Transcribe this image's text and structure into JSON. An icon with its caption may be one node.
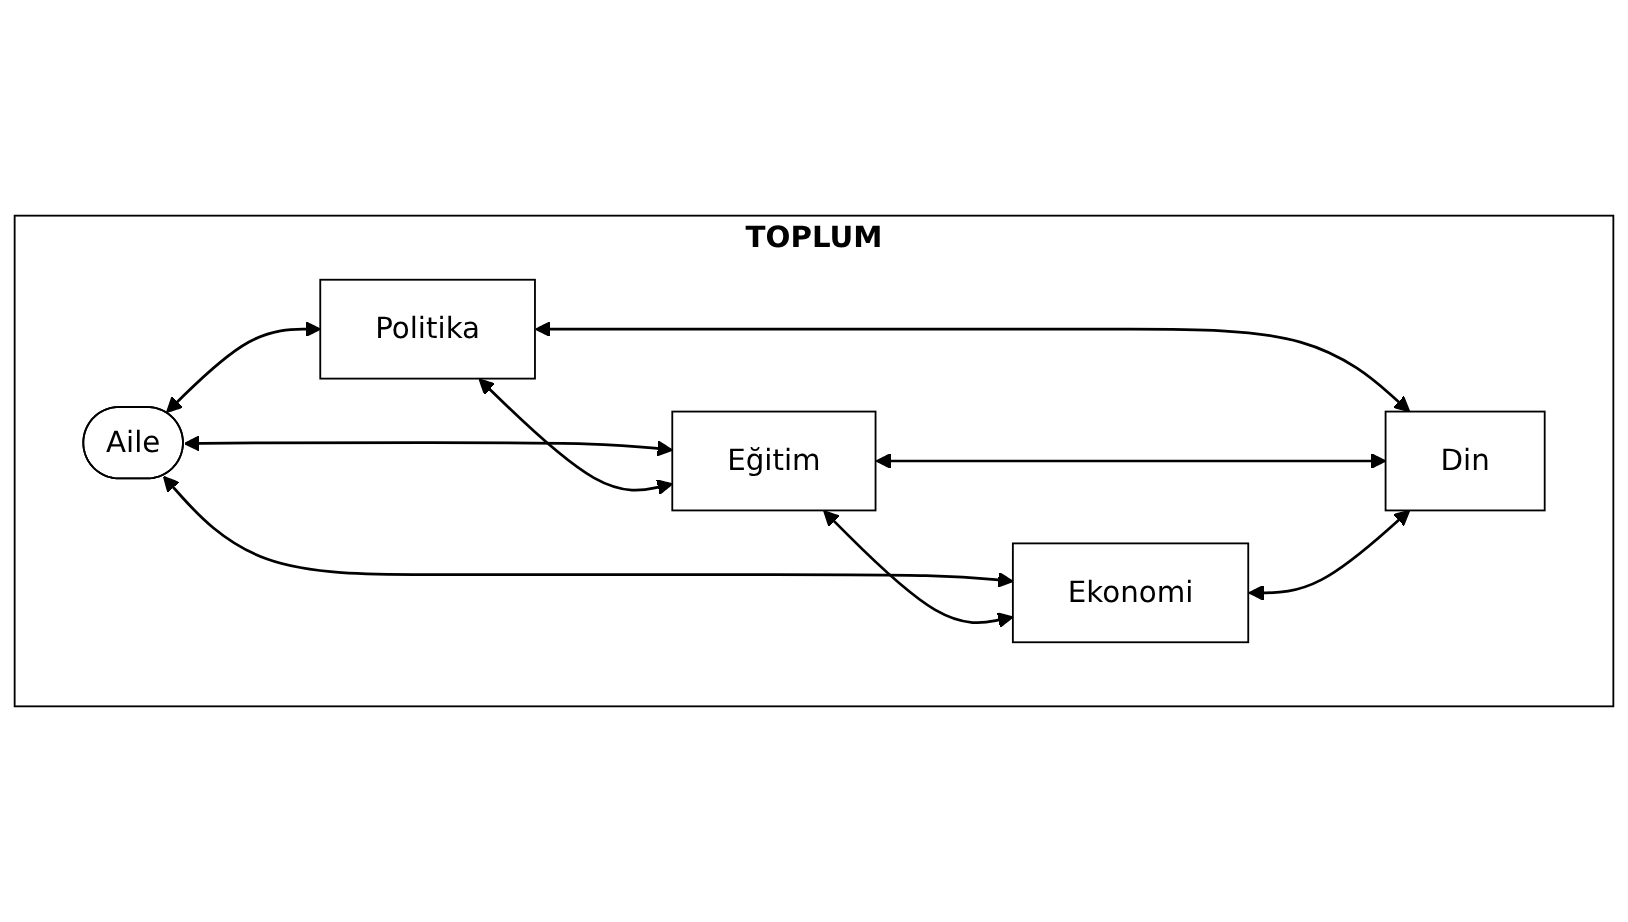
{
  "diagram": {
    "nodes": [
      {
        "text": [
          "TOPLUM"
        ]
      },
      {
        "text": [
          "Aile"
        ],
        "in": 0
      },
      {
        "text": [
          "Politika"
        ],
        "in": 0
      },
      {
        "text": [
          "Eğitim"
        ],
        "in": 0
      },
      {
        "text": [
          "Ekonomi"
        ],
        "in": 0
      },
      {
        "text": [
          "Din"
        ],
        "in": 0
      }
    ],
    "edges": [
      {
        "from": 1,
        "to": 2,
        "arrow": "both"
      },
      {
        "from": 1,
        "to": 3,
        "arrow": "both"
      },
      {
        "from": 1,
        "to": 4,
        "arrow": "both"
      },
      {
        "from": 2,
        "to": 3,
        "arrow": "both"
      },
      {
        "from": 3,
        "to": 4,
        "arrow": "both"
      },
      {
        "from": 2,
        "to": 5,
        "arrow": "both"
      },
      {
        "from": 3,
        "to": 5,
        "arrow": "both"
      },
      {
        "from": 4,
        "to": 5,
        "arrow": "both"
      }
    ]
  }
}
